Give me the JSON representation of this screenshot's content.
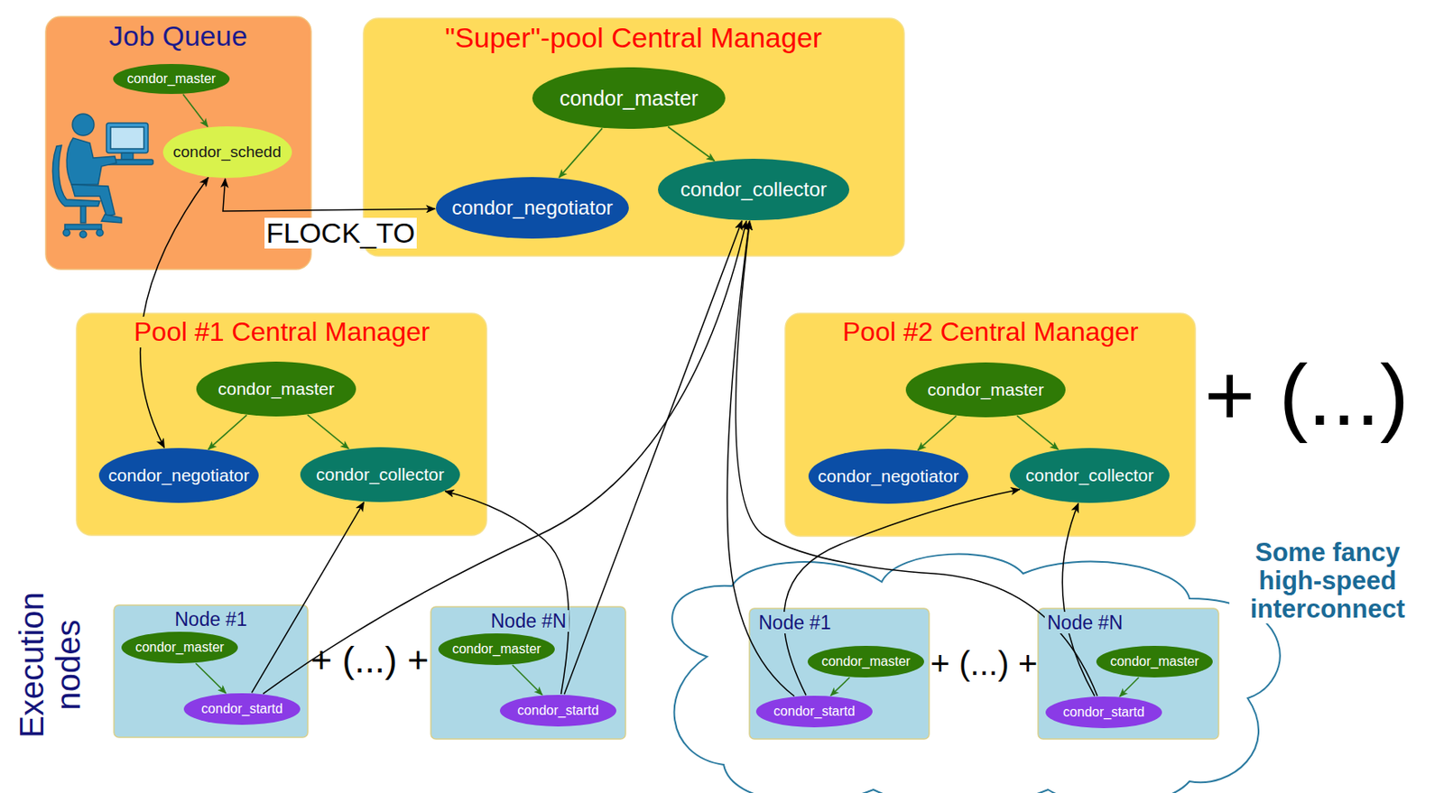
{
  "diagram": {
    "nodes": [
      {
        "text": [
          "Job Queue"
        ]
      },
      {
        "text": [
          "condor_master"
        ],
        "in": 0
      },
      {
        "text": [
          "condor_schedd"
        ],
        "in": 0
      },
      {
        "text": [
          "\"Super\"-pool Central Manager"
        ]
      },
      {
        "text": [
          "condor_master"
        ],
        "in": 3
      },
      {
        "text": [
          "condor_negotiator"
        ],
        "in": 3
      },
      {
        "text": [
          "condor_collector"
        ],
        "in": 3
      },
      {
        "text": [
          "Pool #1 Central Manager"
        ]
      },
      {
        "text": [
          "condor_master"
        ],
        "in": 7
      },
      {
        "text": [
          "condor_negotiator"
        ],
        "in": 7
      },
      {
        "text": [
          "condor_collector"
        ],
        "in": 7
      },
      {
        "text": [
          "Pool #2 Central Manager"
        ]
      },
      {
        "text": [
          "condor_master"
        ],
        "in": 11
      },
      {
        "text": [
          "condor_negotiator"
        ],
        "in": 11
      },
      {
        "text": [
          "condor_collector"
        ],
        "in": 11
      },
      {
        "text": [
          "Node #1"
        ]
      },
      {
        "text": [
          "condor_master"
        ],
        "in": 15
      },
      {
        "text": [
          "condor_startd"
        ],
        "in": 15
      },
      {
        "text": [
          "Node #N"
        ]
      },
      {
        "text": [
          "condor_master"
        ],
        "in": 18
      },
      {
        "text": [
          "condor_startd"
        ],
        "in": 18
      },
      {
        "text": [
          "Node #1"
        ]
      },
      {
        "text": [
          "condor_master"
        ],
        "in": 21
      },
      {
        "text": [
          "condor_startd"
        ],
        "in": 21
      },
      {
        "text": [
          "Node #N"
        ]
      },
      {
        "text": [
          "condor_master"
        ],
        "in": 24
      },
      {
        "text": [
          "condor_startd"
        ],
        "in": 24
      }
    ],
    "edges": [
      {
        "from": 1,
        "to": 2,
        "arrow": "to"
      },
      {
        "from": 4,
        "to": 5,
        "arrow": "to"
      },
      {
        "from": 4,
        "to": 6,
        "arrow": "to"
      },
      {
        "from": 8,
        "to": 9,
        "arrow": "to"
      },
      {
        "from": 8,
        "to": 10,
        "arrow": "to"
      },
      {
        "from": 12,
        "to": 13,
        "arrow": "to"
      },
      {
        "from": 12,
        "to": 14,
        "arrow": "to"
      },
      {
        "from": 16,
        "to": 17,
        "arrow": "to"
      },
      {
        "from": 19,
        "to": 20,
        "arrow": "to"
      },
      {
        "from": 22,
        "to": 23,
        "arrow": "to"
      },
      {
        "from": 25,
        "to": 26,
        "arrow": "to"
      },
      {
        "from": 2,
        "to": 5,
        "arrow": "both",
        "label": "FLOCK_TO"
      },
      {
        "from": 2,
        "to": 9,
        "arrow": "both"
      },
      {
        "from": 17,
        "to": 10,
        "arrow": "to"
      },
      {
        "from": 17,
        "to": 6,
        "arrow": "to"
      },
      {
        "from": 20,
        "to": 10,
        "arrow": "to"
      },
      {
        "from": 20,
        "to": 6,
        "arrow": "to"
      },
      {
        "from": 23,
        "to": 14,
        "arrow": "to"
      },
      {
        "from": 23,
        "to": 6,
        "arrow": "to"
      },
      {
        "from": 26,
        "to": 14,
        "arrow": "to"
      },
      {
        "from": 26,
        "to": 6,
        "arrow": "to"
      }
    ],
    "labels": [
      "+ (...)",
      "+ (...) +",
      "+ (...) +",
      "Execution nodes",
      "Some fancy high-speed interconnect"
    ]
  }
}
